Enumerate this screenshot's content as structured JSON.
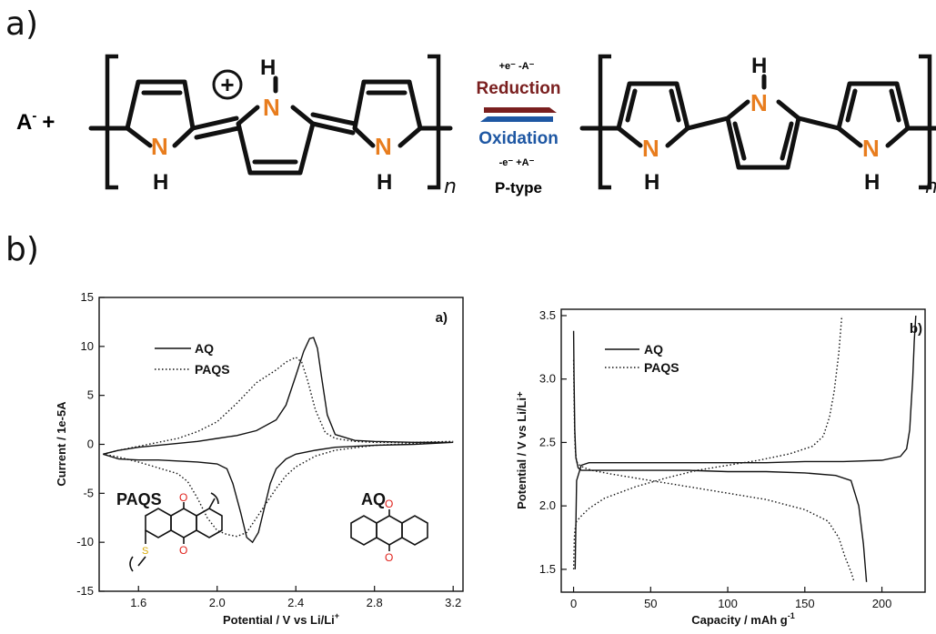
{
  "panel_labels": {
    "a": "a)",
    "b": "b)"
  },
  "scheme": {
    "anion_prefix": "A",
    "anion_sup": "-",
    "plus": "+",
    "repeat_n": "n",
    "atom_N": "N",
    "atom_H": "H",
    "charge": "+",
    "reduction_cond": "+e⁻ -A⁻",
    "reduction": "Reduction",
    "oxidation": "Oxidation",
    "oxidation_cond": "-e⁻ +A⁻",
    "type": "P-type",
    "colors": {
      "reduction": "#7a1f1f",
      "oxidation": "#1e57a3",
      "nitrogen": "#e87d1e"
    }
  },
  "chart_data": [
    {
      "type": "line",
      "corner_label": "a)",
      "xlabel": "Potential / V vs Li/Li⁺",
      "ylabel": "Current / 1e-5A",
      "xlim": [
        1.4,
        3.25
      ],
      "ylim": [
        -15,
        15
      ],
      "xticks": [
        1.6,
        2.0,
        2.4,
        2.8,
        3.2
      ],
      "xtick_labels": [
        "1.6",
        "2.0",
        "2.4",
        "2.8",
        "3.2"
      ],
      "yticks": [
        -15,
        -10,
        -5,
        0,
        5,
        10,
        15
      ],
      "ytick_labels": [
        "-15",
        "-10",
        "-5",
        "0",
        "5",
        "10",
        "15"
      ],
      "grid": false,
      "legend": "top-left",
      "series": [
        {
          "name": "AQ",
          "style": "solid",
          "x": [
            1.42,
            1.5,
            1.6,
            1.7,
            1.8,
            1.9,
            2.0,
            2.1,
            2.2,
            2.3,
            2.35,
            2.4,
            2.44,
            2.47,
            2.49,
            2.51,
            2.53,
            2.56,
            2.6,
            2.7,
            2.8,
            3.0,
            3.2,
            3.2,
            3.0,
            2.8,
            2.6,
            2.5,
            2.4,
            2.35,
            2.3,
            2.27,
            2.24,
            2.21,
            2.18,
            2.15,
            2.12,
            2.08,
            2.05,
            2.0,
            1.9,
            1.8,
            1.7,
            1.6,
            1.5,
            1.42
          ],
          "y": [
            -1,
            -0.6,
            -0.3,
            -0.1,
            0.1,
            0.3,
            0.6,
            0.9,
            1.4,
            2.5,
            4,
            7,
            9.5,
            10.8,
            10.9,
            9.8,
            7,
            3,
            1,
            0.4,
            0.3,
            0.2,
            0.2,
            0.2,
            0,
            -0.1,
            -0.3,
            -0.6,
            -1,
            -1.5,
            -2.5,
            -4,
            -6.5,
            -9,
            -10,
            -9.5,
            -7,
            -4,
            -2.5,
            -2,
            -1.8,
            -1.7,
            -1.6,
            -1.6,
            -1.5,
            -1
          ]
        },
        {
          "name": "PAQS",
          "style": "dotted",
          "x": [
            1.42,
            1.5,
            1.6,
            1.7,
            1.8,
            1.9,
            2.0,
            2.1,
            2.2,
            2.3,
            2.35,
            2.4,
            2.43,
            2.46,
            2.5,
            2.55,
            2.6,
            2.7,
            2.8,
            3.0,
            3.2,
            3.2,
            3.0,
            2.8,
            2.6,
            2.5,
            2.4,
            2.35,
            2.3,
            2.2,
            2.15,
            2.1,
            2.05,
            2.0,
            1.95,
            1.9,
            1.85,
            1.8,
            1.7,
            1.6,
            1.5,
            1.42
          ],
          "y": [
            -1,
            -0.6,
            -0.2,
            0.2,
            0.6,
            1.3,
            2.3,
            4.2,
            6.3,
            7.6,
            8.4,
            8.9,
            8.4,
            6.5,
            3.5,
            1.2,
            0.6,
            0.3,
            0.2,
            0.2,
            0.3,
            0.3,
            0.1,
            -0.1,
            -0.6,
            -1.2,
            -2.3,
            -3.2,
            -4.5,
            -7.5,
            -9,
            -9.4,
            -9.2,
            -8.8,
            -7.5,
            -5.5,
            -3.8,
            -3,
            -2.4,
            -1.8,
            -1.3,
            -1
          ]
        }
      ]
    },
    {
      "type": "line",
      "corner_label": "b)",
      "xlabel": "Capacity / mAh g⁻¹",
      "ylabel": "Potential / V vs Li/Li⁺",
      "xlim": [
        -8,
        228
      ],
      "ylim": [
        1.32,
        3.55
      ],
      "xticks": [
        0,
        50,
        100,
        150,
        200
      ],
      "xtick_labels": [
        "0",
        "50",
        "100",
        "150",
        "200"
      ],
      "yticks": [
        1.5,
        2.0,
        2.5,
        3.0,
        3.5
      ],
      "ytick_labels": [
        "1.5",
        "2.0",
        "2.5",
        "3.0",
        "3.5"
      ],
      "grid": false,
      "legend": "top-left",
      "series": [
        {
          "name": "AQ",
          "style": "solid",
          "discharge": {
            "x": [
              0,
              0.3,
              0.8,
              1.5,
              3,
              5,
              10,
              25,
              50,
              75,
              100,
              125,
              150,
              170,
              180,
              185,
              188,
              190
            ],
            "y": [
              3.38,
              3.0,
              2.6,
              2.38,
              2.3,
              2.28,
              2.28,
              2.28,
              2.28,
              2.28,
              2.27,
              2.27,
              2.26,
              2.24,
              2.2,
              2.0,
              1.7,
              1.4
            ]
          },
          "charge": {
            "x": [
              1,
              2,
              5,
              10,
              30,
              50,
              75,
              100,
              125,
              150,
              175,
              200,
              212,
              216,
              218,
              219,
              220,
              221,
              222
            ],
            "y": [
              1.5,
              2.2,
              2.32,
              2.34,
              2.34,
              2.34,
              2.34,
              2.34,
              2.34,
              2.35,
              2.35,
              2.36,
              2.39,
              2.45,
              2.6,
              2.8,
              3.0,
              3.3,
              3.5
            ]
          }
        },
        {
          "name": "PAQS",
          "style": "dotted",
          "discharge": {
            "x": [
              0,
              0.5,
              1,
              2,
              4,
              7,
              12,
              25,
              50,
              75,
              100,
              125,
              150,
              165,
              172,
              176,
              180,
              182
            ],
            "y": [
              3.15,
              2.7,
              2.45,
              2.35,
              2.32,
              2.3,
              2.28,
              2.25,
              2.2,
              2.15,
              2.1,
              2.05,
              1.97,
              1.88,
              1.75,
              1.6,
              1.48,
              1.4
            ]
          },
          "charge": {
            "x": [
              0,
              0.5,
              1,
              2,
              5,
              10,
              20,
              40,
              60,
              80,
              100,
              120,
              140,
              155,
              162,
              166,
              169,
              172,
              174
            ],
            "y": [
              1.5,
              1.75,
              1.82,
              1.88,
              1.92,
              1.98,
              2.06,
              2.15,
              2.22,
              2.28,
              2.32,
              2.36,
              2.41,
              2.47,
              2.55,
              2.7,
              2.9,
              3.2,
              3.5
            ]
          }
        }
      ]
    }
  ],
  "insets": {
    "paqs_label": "PAQS",
    "aq_label": "AQ",
    "oxygen": "O",
    "sulfur": "S"
  }
}
